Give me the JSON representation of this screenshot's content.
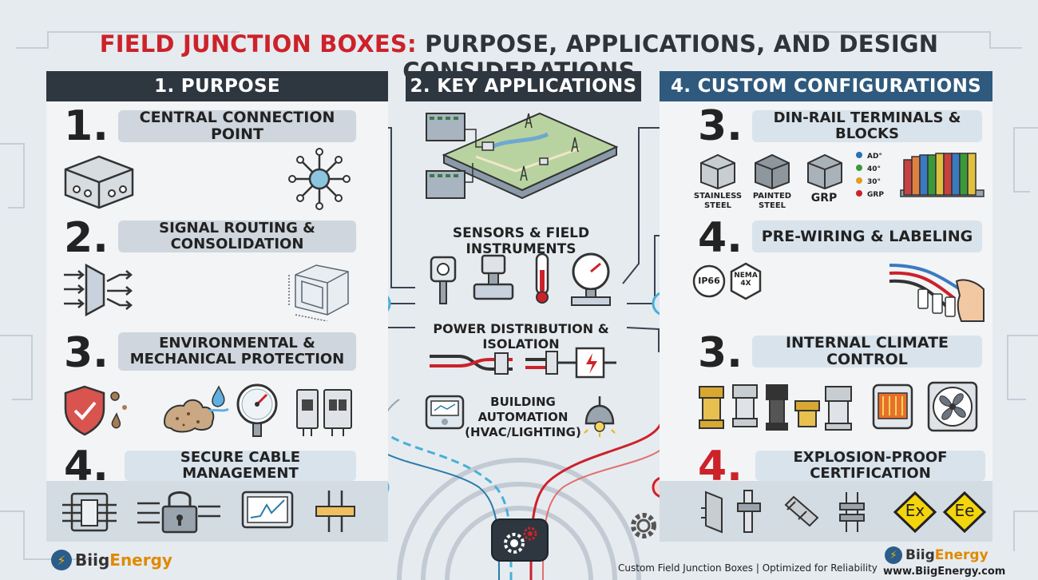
{
  "title": {
    "highlight": "FIELD JUNCTION BOXES:",
    "rest": "PURPOSE, APPLICATIONS, AND DESIGN CONSIDERATIONS"
  },
  "panels": {
    "purpose": {
      "header": "1. PURPOSE",
      "items": [
        {
          "number": "1.",
          "label": "CENTRAL CONNECTION POINT"
        },
        {
          "number": "2.",
          "label": "SIGNAL ROUTING & CONSOLIDATION"
        },
        {
          "number": "3.",
          "label_line1": "ENVIRONMENTAL &",
          "label_line2": "MECHANICAL PROTECTION"
        },
        {
          "number": "4.",
          "label": "SECURE CABLE MANAGEMENT"
        }
      ]
    },
    "applications": {
      "header": "2. KEY APPLICATIONS",
      "items": [
        {
          "label": "SENSORS & FIELD INSTRUMENTS"
        },
        {
          "label": "POWER DISTRIBUTION & ISOLATION"
        },
        {
          "label_line1": "BUILDING AUTOMATION",
          "label_line2": "(HVAC/LIGHTING)"
        }
      ]
    },
    "custom": {
      "header": "4. CUSTOM CONFIGURATIONS",
      "items": [
        {
          "number": "3.",
          "label": "DIN-RAIL TERMINALS & BLOCKS"
        },
        {
          "number": "4.",
          "label": "PRE-WIRING & LABELING"
        },
        {
          "number": "3.",
          "label": "INTERNAL CLIMATE CONTROL"
        },
        {
          "number": "4.",
          "label": "EXPLOSION-PROOF CERTIFICATION"
        }
      ],
      "materials": [
        {
          "line1": "STAINLESS",
          "line2": "STEEL"
        },
        {
          "line1": "PAINTED",
          "line2": "STEEL"
        },
        {
          "line1": "GRP",
          "line2": ""
        }
      ],
      "legend": [
        "AD°",
        "40°",
        "30°",
        "GRP"
      ],
      "legend_colors": [
        "#2a6fb8",
        "#3a9a3a",
        "#e0a020",
        "#cc2229"
      ],
      "badges": {
        "ip": "IP66",
        "nema1": "NEMA",
        "nema2": "4X"
      },
      "ex": [
        "Ex",
        "Ee"
      ]
    }
  },
  "footer": {
    "brand_left_1": "Biig",
    "brand_left_2": "Energy",
    "brand_right_1": "Biig",
    "brand_right_2": "Energy",
    "tagline": "Custom Field Junction Boxes | Optimized for Reliability",
    "url": "www.BiigEnergy.com"
  },
  "colors": {
    "accent_red": "#cc2229",
    "header_dark": "#2e3740",
    "header_blue": "#2f5a7e",
    "cyan_trace": "#48b0d8"
  }
}
